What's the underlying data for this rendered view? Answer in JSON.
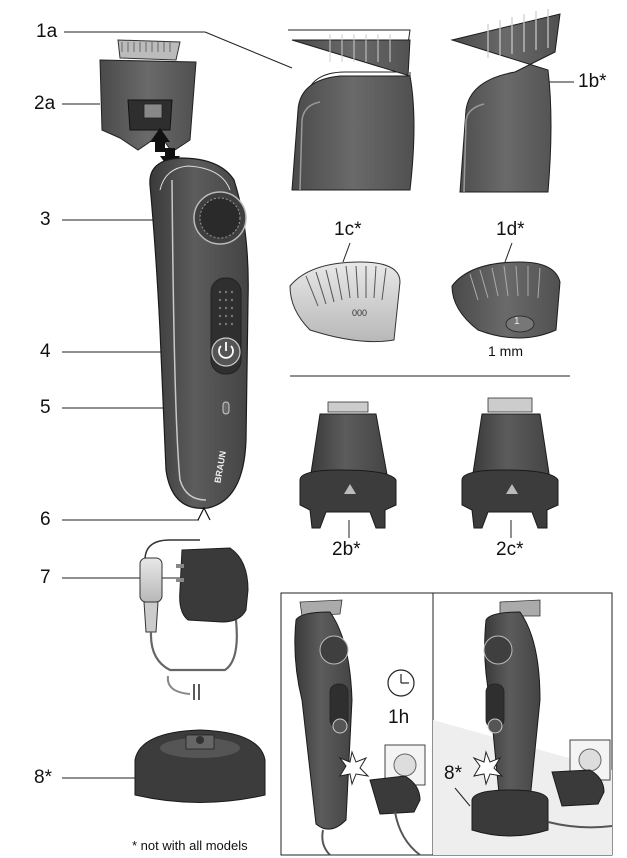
{
  "labels": {
    "l1a": "1a",
    "l1b": "1b*",
    "l1c": "1c*",
    "l1d": "1d*",
    "l2a": "2a",
    "l2b": "2b*",
    "l2c": "2c*",
    "l3": "3",
    "l4": "4",
    "l5": "5",
    "l6": "6",
    "l7": "7",
    "l8": "8*",
    "l8b": "8*"
  },
  "comb_1d_setting": "1 mm",
  "comb_1d_number": "1",
  "comb_1c_text": "000",
  "charge_time": "1h",
  "brand": "BRAUN",
  "footnote": "* not with all models",
  "icons": [
    "clock-icon",
    "power-icon",
    "spark-icon",
    "arrow-up-icon",
    "arrow-down-icon"
  ]
}
